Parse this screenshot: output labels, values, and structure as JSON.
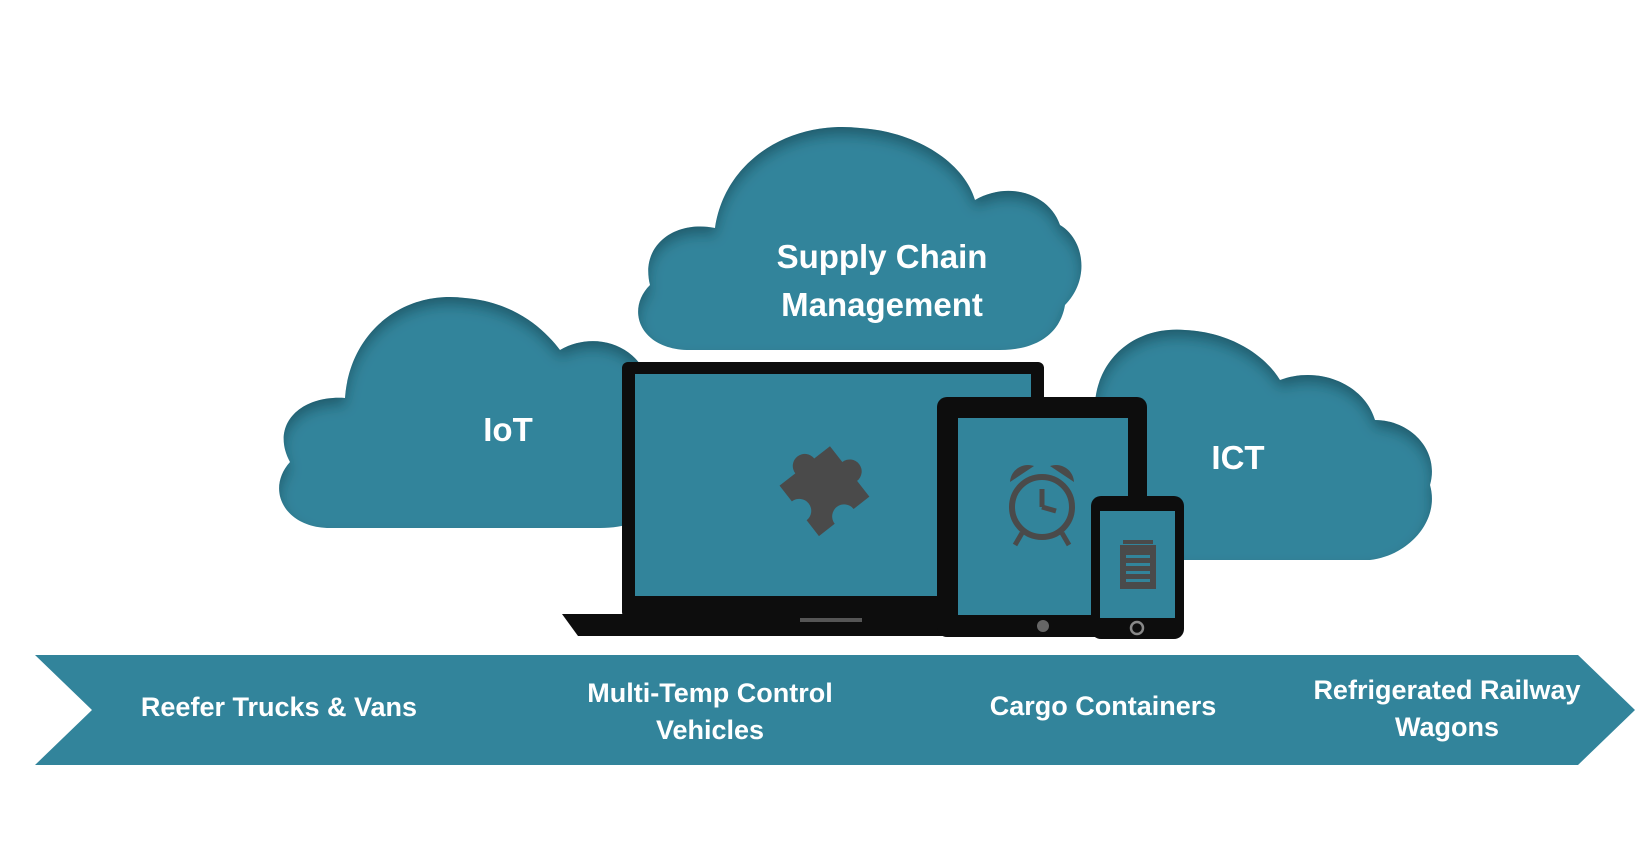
{
  "colors": {
    "teal": "#32849b",
    "teal_shadow": "#1f5f70",
    "device_black": "#0d0d0d",
    "icon_gray": "#4a4a4a",
    "text": "#ffffff"
  },
  "clouds": {
    "top": {
      "line1": "Supply Chain",
      "line2": "Management"
    },
    "left": {
      "label": "IoT"
    },
    "right": {
      "label": "ICT"
    }
  },
  "devices": {
    "laptop_icon": "puzzle-piece-icon",
    "tablet_icon": "alarm-clock-icon",
    "phone_icon": "notepad-icon"
  },
  "arrow": {
    "items": [
      {
        "line1": "Reefer Trucks & Vans",
        "line2": ""
      },
      {
        "line1": "Multi-Temp Control",
        "line2": "Vehicles"
      },
      {
        "line1": "Cargo Containers",
        "line2": ""
      },
      {
        "line1": "Refrigerated Railway",
        "line2": "Wagons"
      }
    ]
  }
}
